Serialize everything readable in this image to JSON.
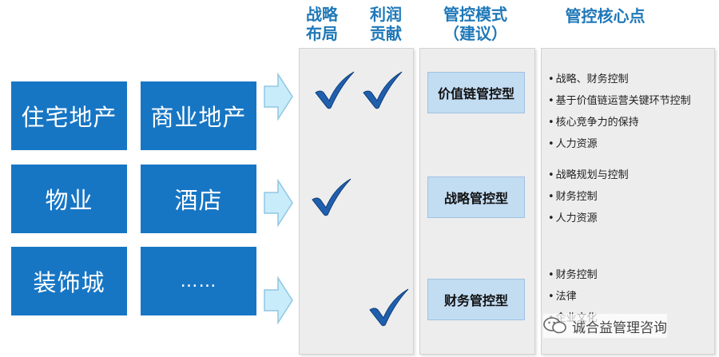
{
  "headers": {
    "strategy": [
      "战略",
      "布局"
    ],
    "profit": [
      "利润",
      "贡献"
    ],
    "mode": [
      "管控模式",
      "（建议）"
    ],
    "core": "管控核心点"
  },
  "businesses": [
    "住宅地产",
    "商业地产",
    "物业",
    "酒店",
    "装饰城",
    "……"
  ],
  "rows": [
    {
      "strategy_check": true,
      "profit_check": true,
      "mode": "价值链管控型",
      "points": [
        "战略、财务控制",
        "基于价值链运营关键环节控制",
        "核心竞争力的保持",
        "人力资源"
      ]
    },
    {
      "strategy_check": true,
      "profit_check": false,
      "mode": "战略管控型",
      "points": [
        "战略规划与控制",
        "财务控制",
        "人力资源"
      ]
    },
    {
      "strategy_check": false,
      "profit_check": true,
      "mode": "财务管控型",
      "points": [
        "财务控制",
        "法律",
        "企业文化"
      ]
    }
  ],
  "watermark": "诚合益管理咨询",
  "colors": {
    "header_text": "#1f78b8",
    "business_box": "#1776c4",
    "mode_box": "#c2dcf2",
    "check": "#1f5fae",
    "arrow": "#c9ecfa"
  },
  "icons": {
    "arrow": "right-arrow-icon",
    "check": "checkmark-icon",
    "watermark": "wechat-icon"
  }
}
